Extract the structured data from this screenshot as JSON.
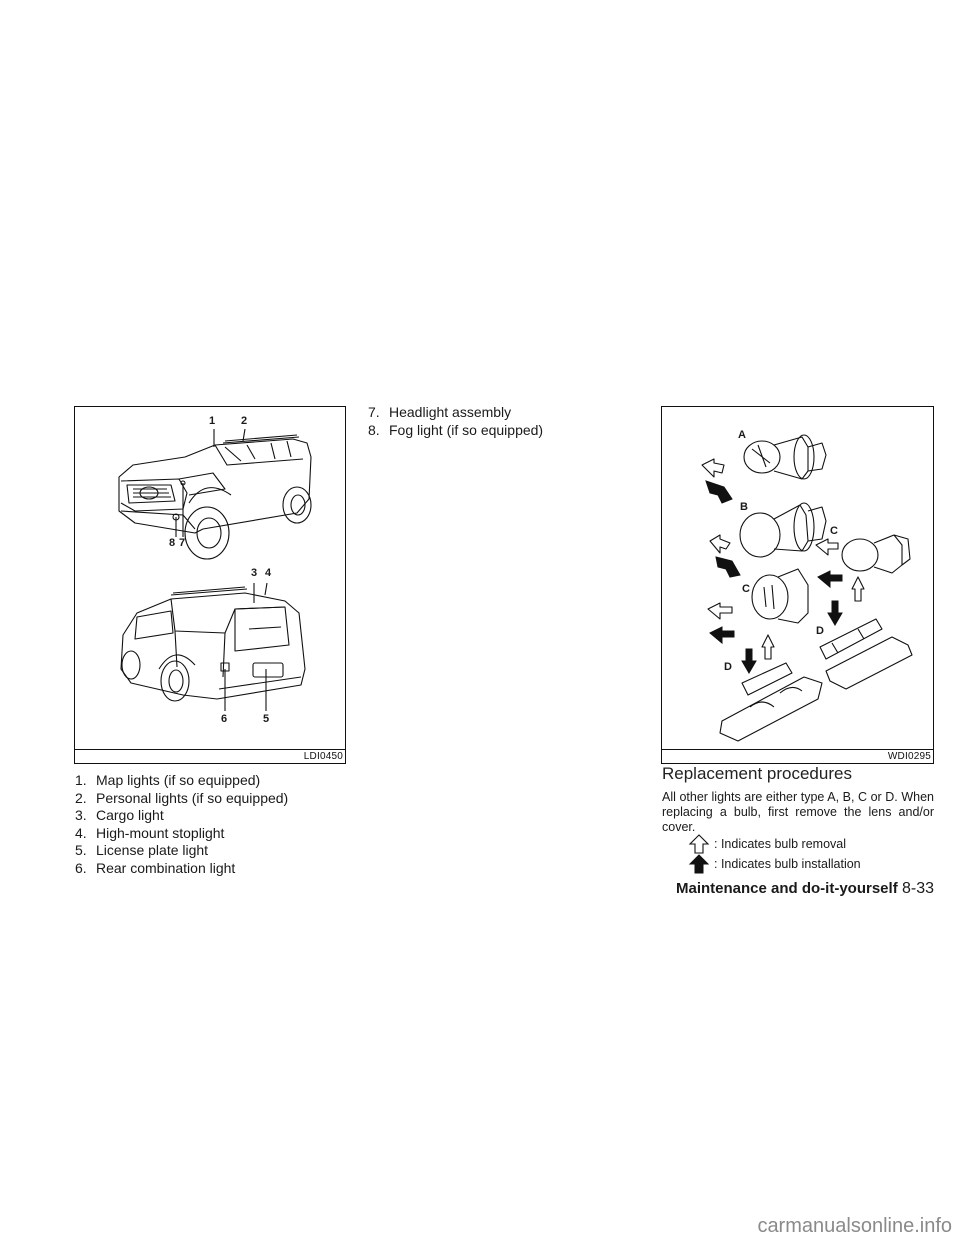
{
  "figure_left": {
    "code": "LDI0450",
    "callouts": [
      "1",
      "2",
      "8",
      "7",
      "3",
      "4",
      "6",
      "5"
    ]
  },
  "list_left": [
    {
      "num": "1.",
      "text": "Map lights (if so equipped)"
    },
    {
      "num": "2.",
      "text": "Personal lights (if so equipped)"
    },
    {
      "num": "3.",
      "text": "Cargo light"
    },
    {
      "num": "4.",
      "text": "High-mount stoplight"
    },
    {
      "num": "5.",
      "text": "License plate light"
    },
    {
      "num": "6.",
      "text": "Rear combination light"
    }
  ],
  "list_mid": [
    {
      "num": "7.",
      "text": "Headlight assembly"
    },
    {
      "num": "8.",
      "text": "Fog light (if so equipped)"
    }
  ],
  "figure_right": {
    "code": "WDI0295",
    "labels": [
      "A",
      "B",
      "C",
      "C",
      "D",
      "D"
    ]
  },
  "section": {
    "heading": "Replacement procedures",
    "paragraph": "All other lights are either type A, B, C or D. When replacing a bulb, first remove the lens and/or cover.",
    "removal_label": ": Indicates bulb removal",
    "installation_label": ": Indicates bulb installation"
  },
  "footer": {
    "section_title": "Maintenance and do-it-yourself",
    "page_number": "8-33"
  },
  "watermark": "carmanualsonline.info"
}
